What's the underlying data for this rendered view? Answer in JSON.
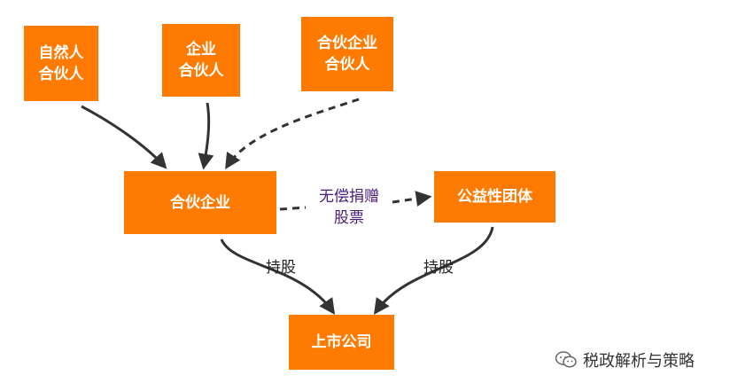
{
  "nodes": {
    "natural_partner": "自然人\n合伙人",
    "corporate_partner": "企业\n合伙人",
    "partnership_partner": "合伙企业\n合伙人",
    "partnership": "合伙企业",
    "public_welfare_group": "公益性团体",
    "listed_company": "上市公司"
  },
  "edge_labels": {
    "donation": "无偿捐赠\n股票",
    "holding_left": "持股",
    "holding_right": "持股"
  },
  "watermark": {
    "text": "税政解析与策略",
    "icon": "wechat-icon"
  },
  "colors": {
    "box_fill": "#FF7A00",
    "box_text": "#FFFFFF",
    "arrow": "#333333",
    "donation_text": "#4B1C7A"
  }
}
